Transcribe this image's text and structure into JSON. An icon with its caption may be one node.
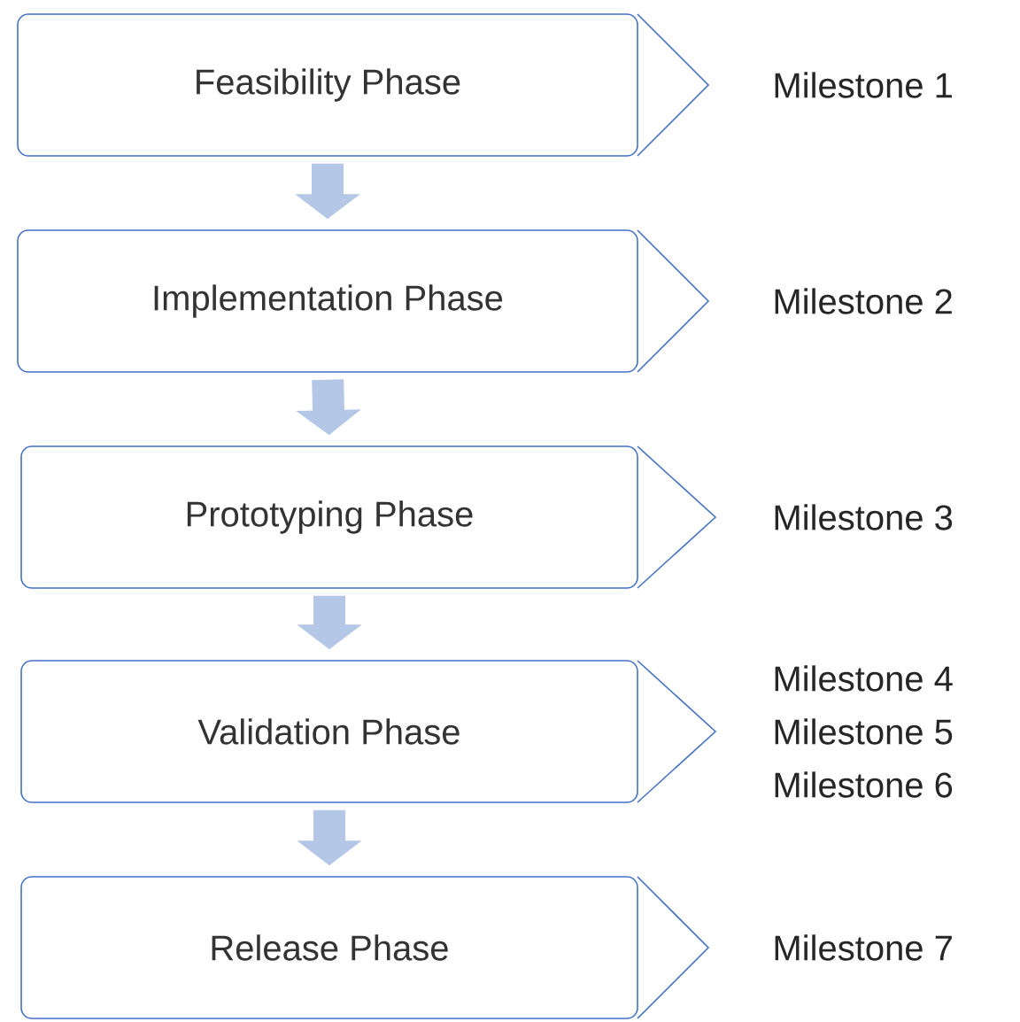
{
  "diagram": {
    "nodes": [
      {
        "text": [
          "Feasibility Phase"
        ],
        "beside": [
          "Milestone 1"
        ]
      },
      {
        "text": [
          "Implementation Phase"
        ],
        "beside": [
          "Milestone 2"
        ]
      },
      {
        "text": [
          "Prototyping Phase"
        ],
        "beside": [
          "Milestone 3"
        ]
      },
      {
        "text": [
          "Validation Phase"
        ],
        "beside": [
          "Milestone 4",
          "Milestone 5",
          "Milestone 6"
        ]
      },
      {
        "text": [
          "Release Phase"
        ],
        "beside": [
          "Milestone 7"
        ]
      }
    ],
    "edges": [
      {
        "from": 0,
        "to": 1,
        "arrow": "to"
      },
      {
        "from": 1,
        "to": 2,
        "arrow": "to"
      },
      {
        "from": 2,
        "to": 3,
        "arrow": "to"
      },
      {
        "from": 3,
        "to": 4,
        "arrow": "to"
      }
    ]
  }
}
